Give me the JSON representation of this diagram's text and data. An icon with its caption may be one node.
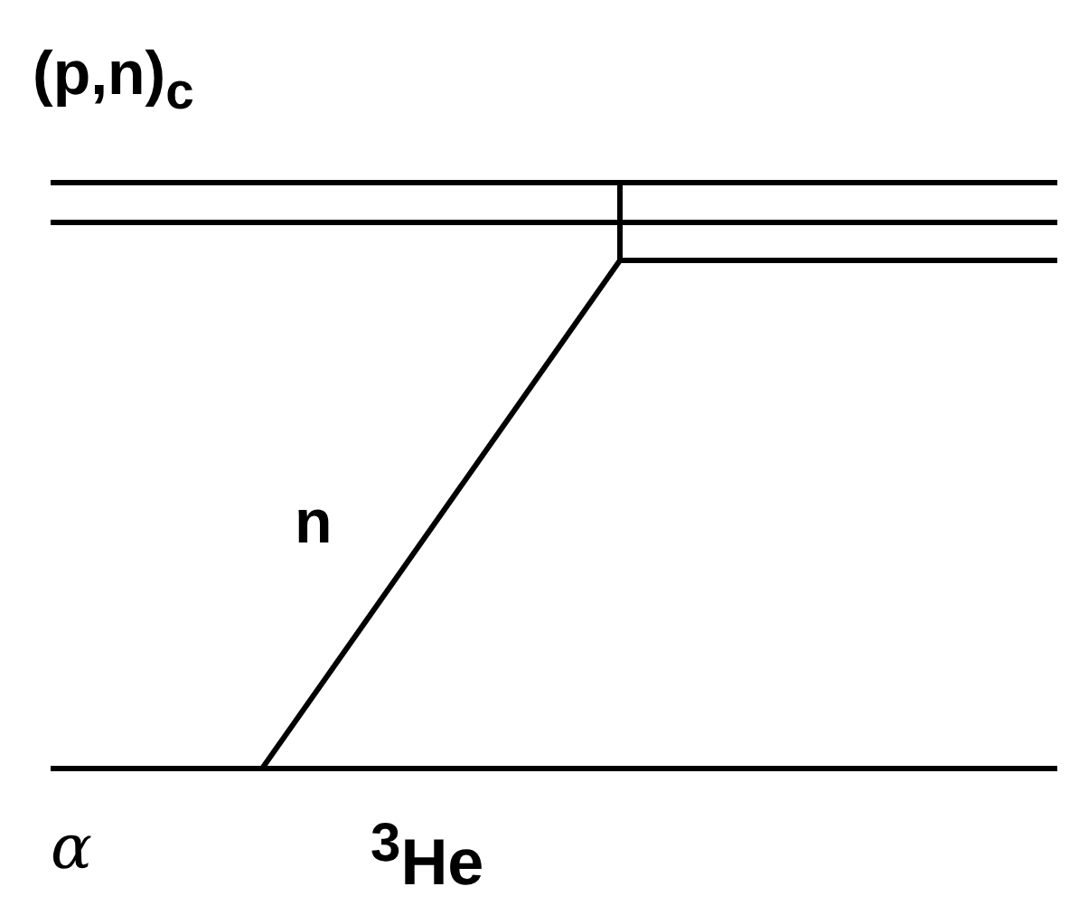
{
  "diagram": {
    "labels": [
      "(p,n)$_{c}$",
      "n",
      "α",
      "$^{3}$He"
    ]
  }
}
